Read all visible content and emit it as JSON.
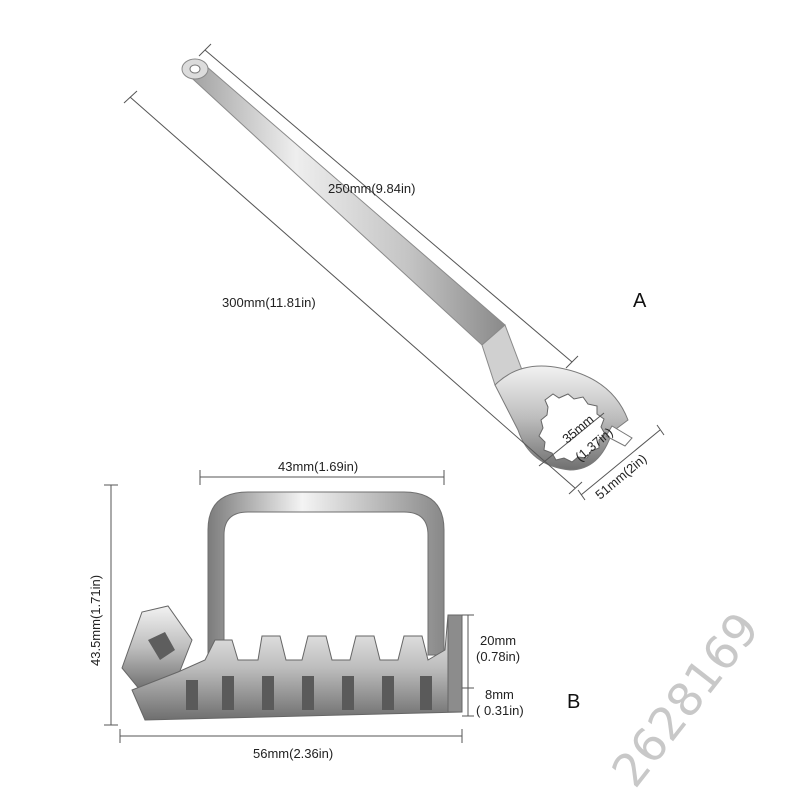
{
  "tool_a": {
    "label": "A",
    "dim_total_length": "300mm(11.81in)",
    "dim_handle_length": "250mm(9.84in)",
    "dim_opening_mm": "35mm",
    "dim_opening_in": "(1.37in)",
    "dim_head_width": "51mm(2in)"
  },
  "tool_b": {
    "label": "B",
    "dim_handle_width": "43mm(1.69in)",
    "dim_total_height": "43.5mm(1.71in)",
    "dim_upper_mm": "20mm",
    "dim_upper_in": "(0.78in)",
    "dim_lower_mm": "8mm",
    "dim_lower_in": "( 0.31in)",
    "dim_base_width": "56mm(2.36in)"
  },
  "watermark": "2628169",
  "colors": {
    "metal_light": "#e8e8e8",
    "metal_mid": "#b9b9b9",
    "metal_dark": "#6e6e6e",
    "dim_line": "#555555"
  }
}
